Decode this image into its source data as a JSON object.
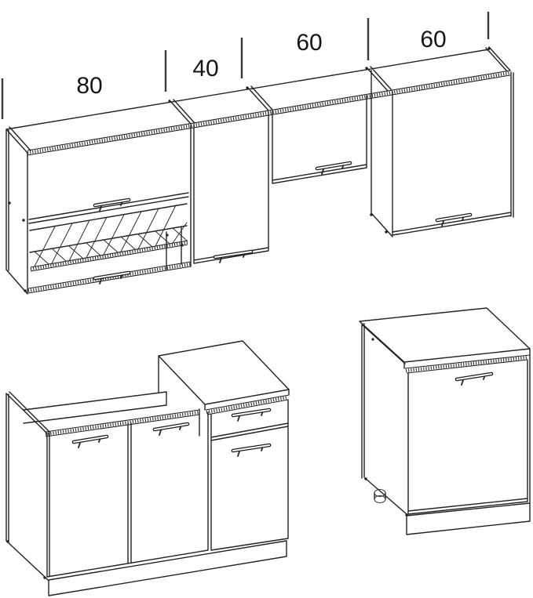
{
  "diagram": {
    "colors": {
      "background": "#ffffff",
      "line": "#232323",
      "text": "#161616"
    },
    "dimension_labels": [
      {
        "value": "80"
      },
      {
        "value": "40"
      },
      {
        "value": "60"
      },
      {
        "value": "60"
      }
    ]
  }
}
